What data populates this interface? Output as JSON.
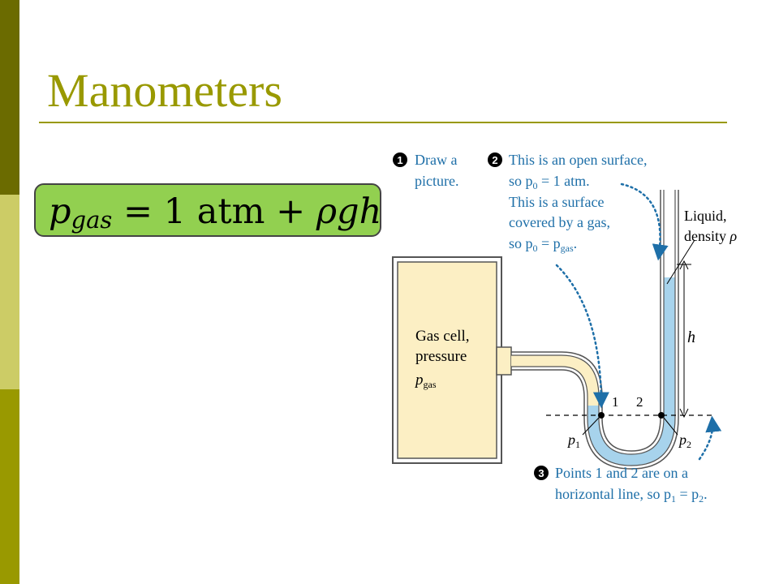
{
  "title": "Manometers",
  "formula": {
    "lhs": "p",
    "lhs_sub": "gas",
    "equals": "= 1",
    "unit": "atm",
    "rest": "+ ρgh"
  },
  "diagram": {
    "step1_number": "1",
    "step1_line1": "Draw a",
    "step1_line2": "picture.",
    "step2_number": "2",
    "step2_line1": "This is an open surface,",
    "step2_line2": "so p",
    "step2_line2_sub": "0",
    "step2_line2_rest": " = 1 atm.",
    "step2_line3": "This is a surface",
    "step2_line4": "covered by a gas,",
    "step2_line5": "so p",
    "step2_line5_sub": "0",
    "step2_line5_mid": " = p",
    "step2_line5_sub2": "gas",
    "step2_line5_end": ".",
    "liquid_line1": "Liquid,",
    "liquid_line2": "density ",
    "liquid_rho": "ρ",
    "height_label": "h",
    "gas_line1": "Gas cell,",
    "gas_line2": "pressure",
    "gas_p": "p",
    "gas_p_sub": "gas",
    "point1": "1",
    "point2": "2",
    "p1": "p",
    "p1_sub": "1",
    "p2": "p",
    "p2_sub": "2",
    "step3_number": "3",
    "step3_line1": "Points 1 and 2 are on a",
    "step3_line2": "horizontal line, so p",
    "step3_line2_sub": "1",
    "step3_line2_mid": " = p",
    "step3_line2_sub2": "2",
    "step3_line2_end": "."
  },
  "colors": {
    "title": "#999900",
    "formula_box": "#92d050",
    "liquid": "#a7d3ec",
    "gas": "#fcefc4",
    "annotation": "#1e6fa8"
  }
}
